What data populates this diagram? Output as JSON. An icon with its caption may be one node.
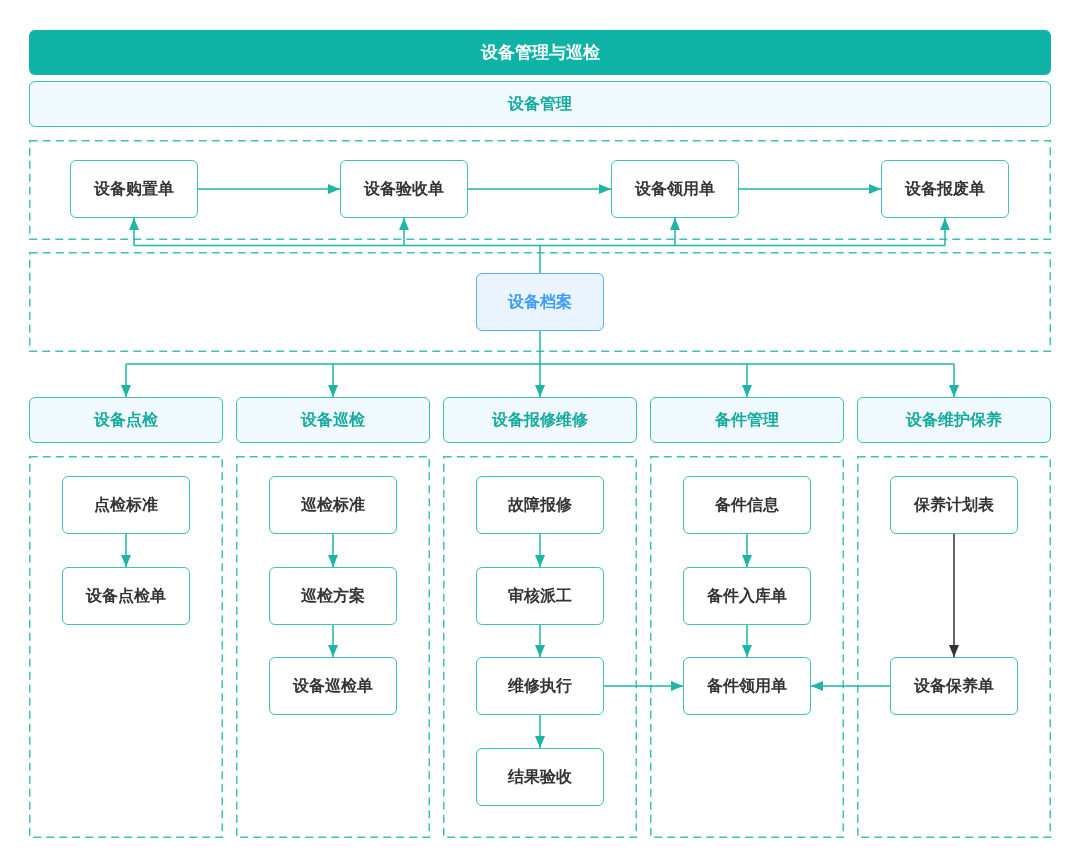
{
  "diagram": {
    "title": "设备管理与巡检",
    "nodes": [
      {
        "text": [
          "设备管理"
        ]
      },
      {
        "text": [],
        "shape": "box"
      },
      {
        "text": [
          "设备购置单"
        ],
        "in": 1
      },
      {
        "text": [
          "设备验收单"
        ],
        "in": 1
      },
      {
        "text": [
          "设备领用单"
        ],
        "in": 1
      },
      {
        "text": [
          "设备报废单"
        ],
        "in": 1
      },
      {
        "text": [],
        "shape": "box"
      },
      {
        "text": [
          "设备档案"
        ],
        "in": 6
      },
      {
        "text": [
          "设备点检"
        ]
      },
      {
        "text": [
          "设备巡检"
        ]
      },
      {
        "text": [
          "设备报修维修"
        ]
      },
      {
        "text": [
          "备件管理"
        ]
      },
      {
        "text": [
          "设备维护保养"
        ]
      },
      {
        "text": [],
        "shape": "box"
      },
      {
        "text": [
          "点检标准"
        ],
        "in": 13
      },
      {
        "text": [
          "设备点检单"
        ],
        "in": 13
      },
      {
        "text": [],
        "shape": "box"
      },
      {
        "text": [
          "巡检标准"
        ],
        "in": 16
      },
      {
        "text": [
          "巡检方案"
        ],
        "in": 16
      },
      {
        "text": [
          "设备巡检单"
        ],
        "in": 16
      },
      {
        "text": [],
        "shape": "box"
      },
      {
        "text": [
          "故障报修"
        ],
        "in": 20
      },
      {
        "text": [
          "审核派工"
        ],
        "in": 20
      },
      {
        "text": [
          "维修执行"
        ],
        "in": 20
      },
      {
        "text": [
          "结果验收"
        ],
        "in": 20
      },
      {
        "text": [],
        "shape": "box"
      },
      {
        "text": [
          "备件信息"
        ],
        "in": 25
      },
      {
        "text": [
          "备件入库单"
        ],
        "in": 25
      },
      {
        "text": [
          "备件领用单"
        ],
        "in": 25
      },
      {
        "text": [],
        "shape": "box"
      },
      {
        "text": [
          "保养计划表"
        ],
        "in": 29
      },
      {
        "text": [
          "设备保养单"
        ],
        "in": 29
      }
    ],
    "edges": [
      {
        "from": 2,
        "to": 3,
        "arrow": "to"
      },
      {
        "from": 3,
        "to": 4,
        "arrow": "to"
      },
      {
        "from": 4,
        "to": 5,
        "arrow": "to"
      },
      {
        "from": 7,
        "to": 2,
        "arrow": "to"
      },
      {
        "from": 7,
        "to": 3,
        "arrow": "to"
      },
      {
        "from": 7,
        "to": 4,
        "arrow": "to"
      },
      {
        "from": 7,
        "to": 5,
        "arrow": "to"
      },
      {
        "from": 7,
        "to": 8,
        "arrow": "to"
      },
      {
        "from": 7,
        "to": 9,
        "arrow": "to"
      },
      {
        "from": 7,
        "to": 10,
        "arrow": "to"
      },
      {
        "from": 7,
        "to": 11,
        "arrow": "to"
      },
      {
        "from": 7,
        "to": 12,
        "arrow": "to"
      },
      {
        "from": 14,
        "to": 15,
        "arrow": "to"
      },
      {
        "from": 17,
        "to": 18,
        "arrow": "to"
      },
      {
        "from": 18,
        "to": 19,
        "arrow": "to"
      },
      {
        "from": 21,
        "to": 22,
        "arrow": "to"
      },
      {
        "from": 22,
        "to": 23,
        "arrow": "to"
      },
      {
        "from": 23,
        "to": 24,
        "arrow": "to"
      },
      {
        "from": 26,
        "to": 27,
        "arrow": "to"
      },
      {
        "from": 27,
        "to": 28,
        "arrow": "to"
      },
      {
        "from": 30,
        "to": 31,
        "arrow": "to",
        "color": "#333333"
      },
      {
        "from": 23,
        "to": 28,
        "arrow": "to"
      },
      {
        "from": 31,
        "to": 28,
        "arrow": "to"
      }
    ]
  }
}
